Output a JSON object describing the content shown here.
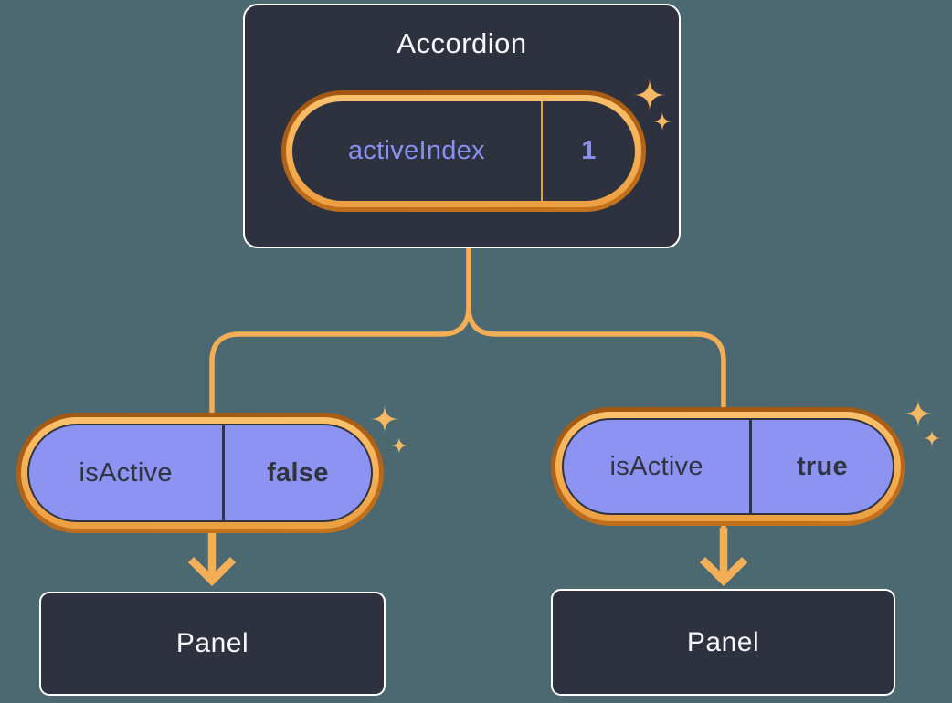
{
  "diagram": {
    "root": {
      "label": "Accordion",
      "state": {
        "name": "activeIndex",
        "value": "1"
      }
    },
    "children": [
      {
        "prop_name": "isActive",
        "prop_value": "false",
        "target_label": "Panel"
      },
      {
        "prop_name": "isActive",
        "prop_value": "true",
        "target_label": "Panel"
      }
    ],
    "colors": {
      "background": "#4C6871",
      "node_dark": "#2D323E",
      "node_border": "#FFFFFF",
      "ring_orange_dark": "#B56418",
      "ring_orange_light": "#F4AC50",
      "connector_orange": "#F4AE56",
      "sparkle_orange": "#F6B963",
      "prop_purple": "#8C93F1",
      "state_text_purple": "#8691F2",
      "dark_text": "#2F3440"
    }
  }
}
